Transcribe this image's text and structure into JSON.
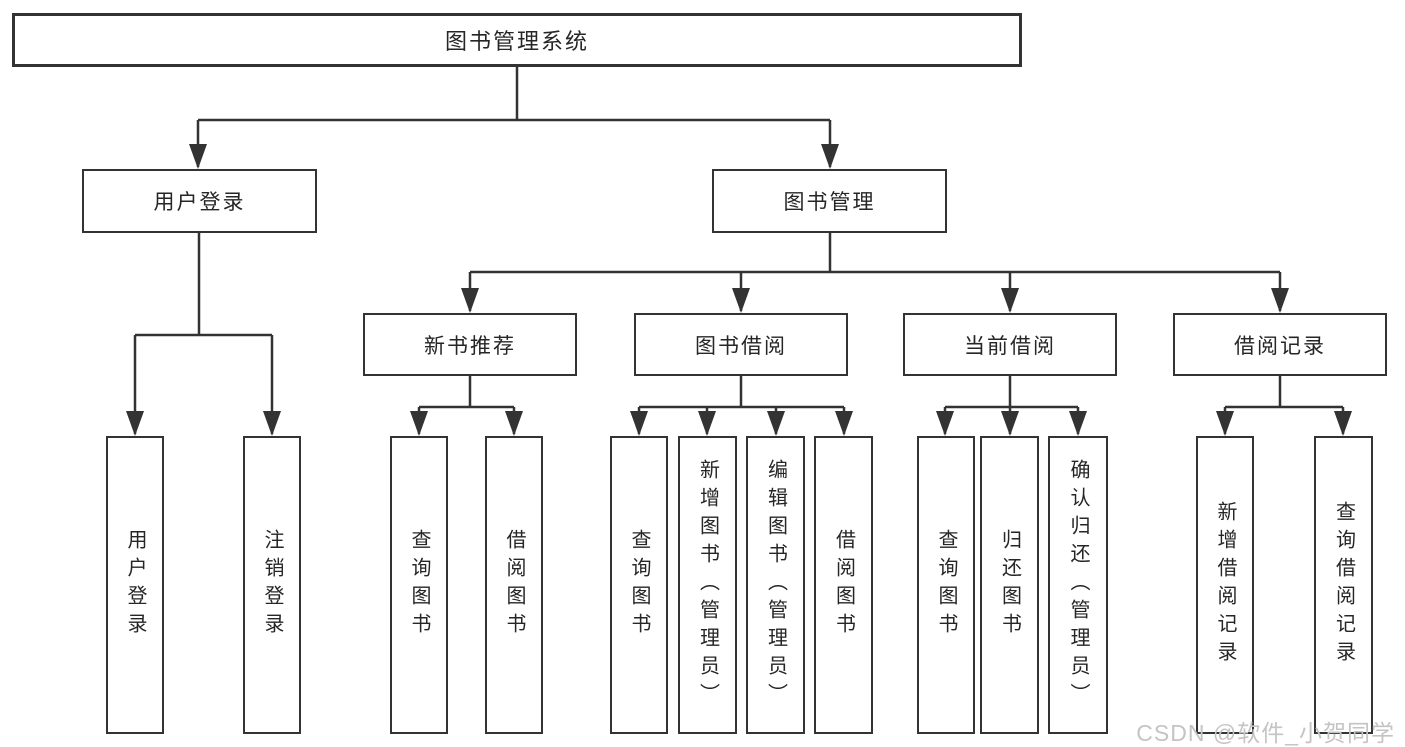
{
  "colors": {
    "line": "#333333",
    "text": "#262626",
    "watermark": "#c5c3c3",
    "background": "#ffffff"
  },
  "root": {
    "label": "图书管理系统"
  },
  "branches": [
    {
      "label": "用户登录",
      "leaves": [
        "用户登录",
        "注销登录"
      ]
    },
    {
      "label": "图书管理",
      "groups": [
        {
          "label": "新书推荐",
          "leaves": [
            "查询图书",
            "借阅图书"
          ]
        },
        {
          "label": "图书借阅",
          "leaves": [
            "查询图书",
            "新增图书（管理员）",
            "编辑图书（管理员）",
            "借阅图书"
          ]
        },
        {
          "label": "当前借阅",
          "leaves": [
            "查询图书",
            "归还图书",
            "确认归还（管理员）"
          ]
        },
        {
          "label": "借阅记录",
          "leaves": [
            "新增借阅记录",
            "查询借阅记录"
          ]
        }
      ]
    }
  ],
  "watermark": "CSDN @软件_小贺同学"
}
